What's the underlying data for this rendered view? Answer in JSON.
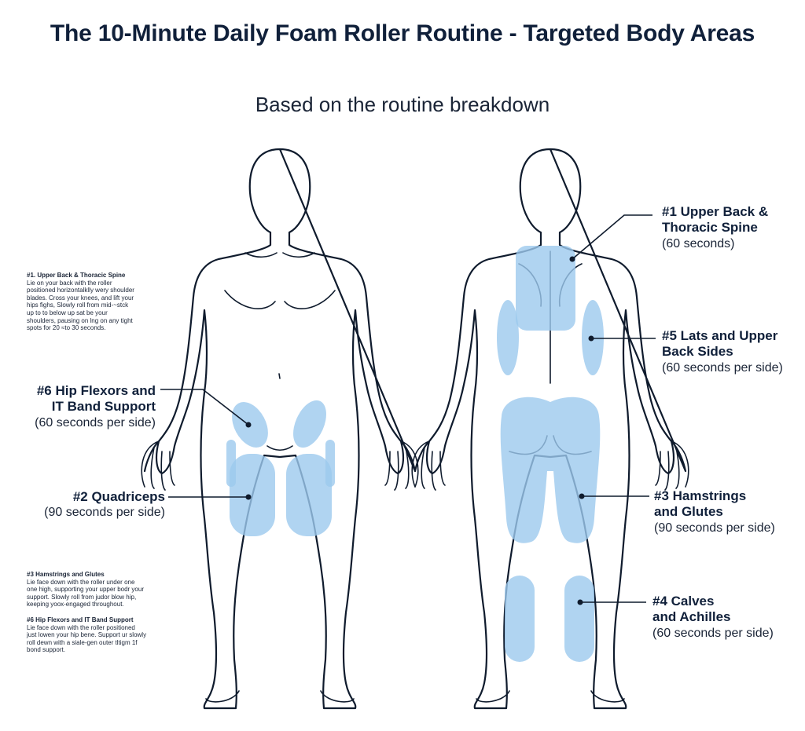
{
  "title": "The 10-Minute Daily Foam Roller Routine - Targeted Body Areas",
  "subtitle": "Based on the routine breakdown",
  "colors": {
    "highlight": "#9cc9ee",
    "outline": "#0f1b2d",
    "text": "#10203a"
  },
  "front_labels": {
    "hip": {
      "title_line1": "#6 Hip Flexors and",
      "title_line2": "IT Band Support",
      "detail": "(60 seconds per side)"
    },
    "quad": {
      "title_line1": "#2 Quadriceps",
      "detail": "(90 seconds per side)"
    }
  },
  "back_labels": {
    "upper": {
      "title_line1": "#1 Upper Back &",
      "title_line2": "Thoracic Spine",
      "detail": "(60 seconds)"
    },
    "lats": {
      "title_line1": "#5 Lats and Upper",
      "title_line2": "Back Sides",
      "detail": "(60 seconds per side)"
    },
    "hams": {
      "title_line1": "#3 Hamstrings",
      "title_line2": "and Glutes",
      "detail": "(90 seconds per side)"
    },
    "calves": {
      "title_line1": "#4 Calves",
      "title_line2": "and Achilles",
      "detail": "(60 seconds per side)"
    }
  },
  "notes": {
    "upper": {
      "title": "#1. Upper Back & Thoracic Spine",
      "lines": [
        "Lie on your back with the roller",
        "positioned horizontalklly wery shoulder",
        "blades. Cross your knees, and lift your",
        "hips fighs, Slowly roll from mid-~stck",
        "up to to below up sat be your",
        "shoulders, pausing on lng on any tight",
        "spots for 20 ≈to 30 seconds."
      ]
    },
    "hams": {
      "title": "#3 Hamstrings and Glutes",
      "lines": [
        "Lie face down with the roller under one",
        "one high, supporting your upper bodr your",
        "support. Slowly roll from judor blow hip,",
        "keeping yoox-engaged throughout."
      ]
    },
    "hip": {
      "title": "#6 Hip Flexors and IT Band Support",
      "lines": [
        "Lie face down with the roller positioned",
        "just lowen your hip bene. Support ur slowly",
        "roll dewn with a siale-gen outer tltigm 1f",
        "bond support."
      ]
    }
  }
}
